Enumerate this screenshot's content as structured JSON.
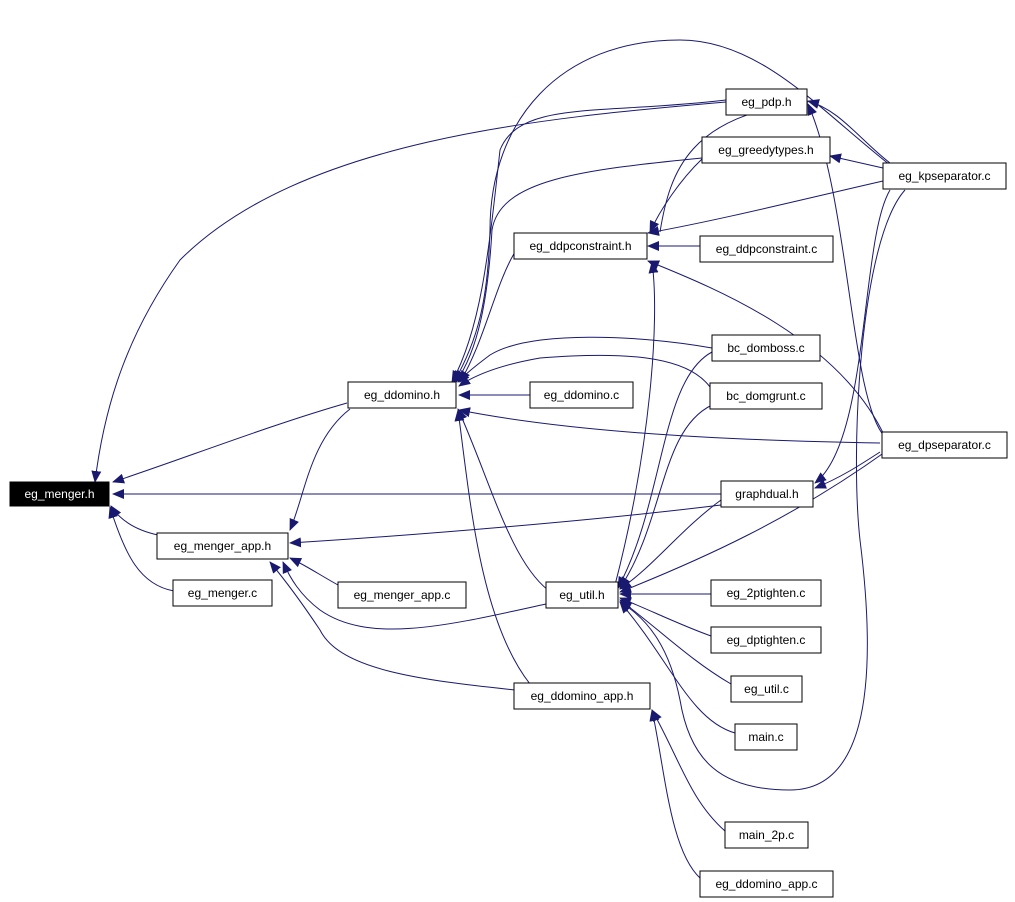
{
  "colors": {
    "edge": "#191970",
    "root_fill": "#000000",
    "node_fill": "#ffffff"
  },
  "nodes": {
    "eg_menger_h": "eg_menger.h",
    "eg_ddomino_h": "eg_ddomino.h",
    "eg_menger_app_h": "eg_menger_app.h",
    "eg_menger_c": "eg_menger.c",
    "eg_menger_app_c": "eg_menger_app.c",
    "eg_pdp_h": "eg_pdp.h",
    "eg_greedytypes_h": "eg_greedytypes.h",
    "eg_ddpconstraint_h": "eg_ddpconstraint.h",
    "eg_ddpconstraint_c": "eg_ddpconstraint.c",
    "eg_kpseparator_c": "eg_kpseparator.c",
    "bc_domboss_c": "bc_domboss.c",
    "bc_domgrunt_c": "bc_domgrunt.c",
    "eg_ddomino_c": "eg_ddomino.c",
    "eg_dpseparator_c": "eg_dpseparator.c",
    "graphdual_h": "graphdual.h",
    "eg_util_h": "eg_util.h",
    "eg_2ptighten_c": "eg_2ptighten.c",
    "eg_dptighten_c": "eg_dptighten.c",
    "eg_util_c": "eg_util.c",
    "main_c": "main.c",
    "eg_ddomino_app_h": "eg_ddomino_app.h",
    "main_2p_c": "main_2p.c",
    "eg_ddomino_app_c": "eg_ddomino_app.c"
  }
}
